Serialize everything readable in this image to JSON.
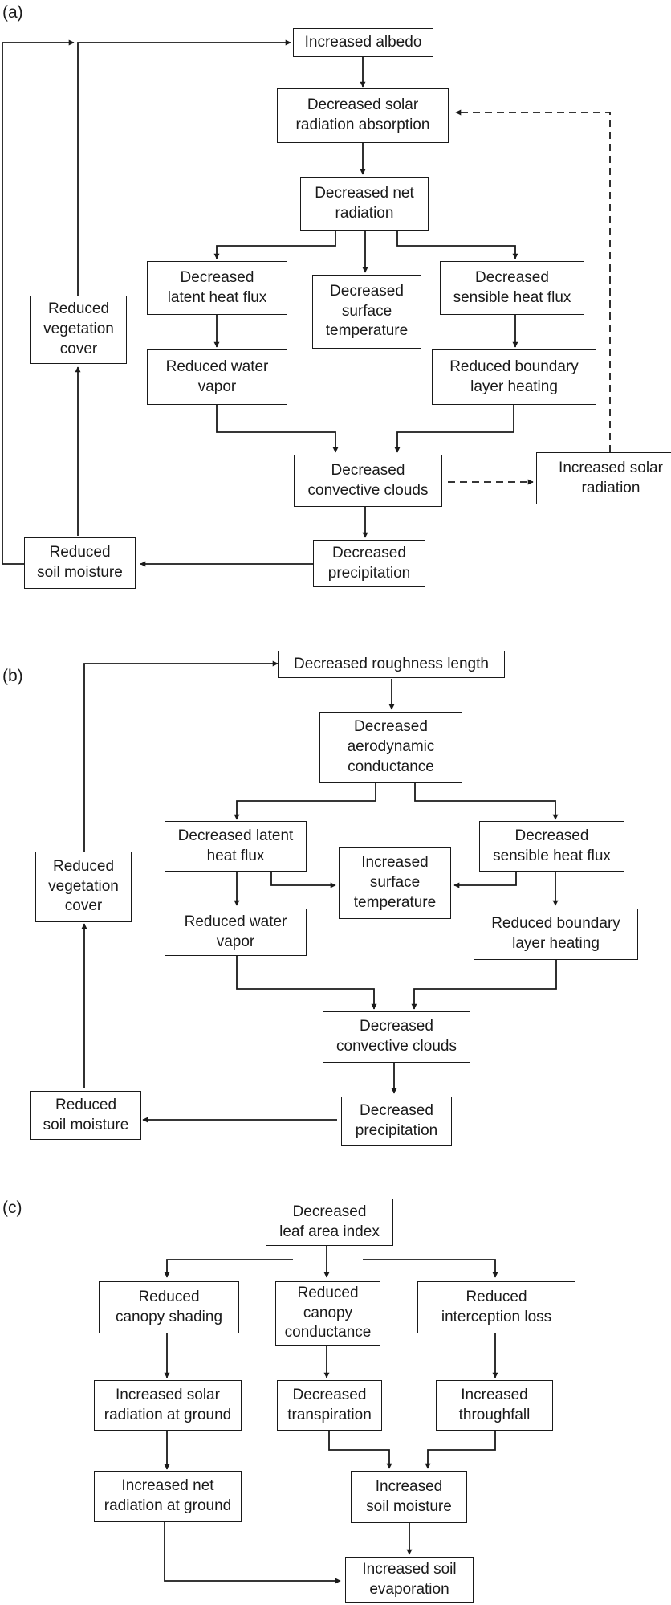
{
  "panels": {
    "a": "(a)",
    "b": "(b)",
    "c": "(c)"
  },
  "a": {
    "albedo": "Increased albedo",
    "solar_abs": "Decreased solar\nradiation absorption",
    "net_rad": "Decreased net\nradiation",
    "latent": "Decreased\nlatent heat flux",
    "surf_temp": "Decreased\nsurface\ntemperature",
    "sensible": "Decreased\nsensible heat flux",
    "vapor": "Reduced water\nvapor",
    "bl_heat": "Reduced boundary\nlayer heating",
    "clouds": "Decreased\nconvective clouds",
    "inc_solar": "Increased solar\nradiation",
    "precip": "Decreased\nprecipitation",
    "soil": "Reduced\nsoil moisture",
    "veg": "Reduced\nvegetation\ncover"
  },
  "b": {
    "rough": "Decreased roughness length",
    "aero": "Decreased\naerodynamic\nconductance",
    "latent": "Decreased latent\nheat flux",
    "sensible": "Decreased\nsensible heat flux",
    "surf_temp": "Increased\nsurface\ntemperature",
    "vapor": "Reduced water\nvapor",
    "bl_heat": "Reduced boundary\nlayer heating",
    "clouds": "Decreased\nconvective clouds",
    "precip": "Decreased\nprecipitation",
    "soil": "Reduced\nsoil moisture",
    "veg": "Reduced\nvegetation\ncover"
  },
  "c": {
    "lai": "Decreased\nleaf area index",
    "shading": "Reduced\ncanopy shading",
    "canopy_cond": "Reduced\ncanopy\nconductance",
    "interception": "Reduced\ninterception loss",
    "solar_ground": "Increased solar\nradiation at ground",
    "transp": "Decreased\ntranspiration",
    "throughfall": "Increased\nthroughfall",
    "net_ground": "Increased net\nradiation at ground",
    "soil": "Increased\nsoil moisture",
    "evap": "Increased soil\nevaporation"
  }
}
